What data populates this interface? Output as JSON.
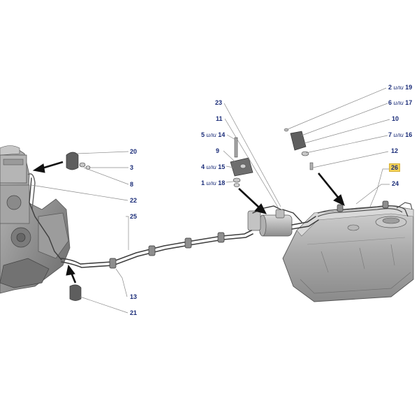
{
  "or_word": "или",
  "colors": {
    "label": "#1a2c78",
    "highlight": "#f2d15a",
    "leader": "#8a8a8a"
  },
  "callouts": {
    "c2": "2",
    "c19": "19",
    "c6": "6",
    "c17": "17",
    "c10": "10",
    "c7": "7",
    "c16": "16",
    "c12": "12",
    "c26": "26",
    "c24": "24",
    "c23": "23",
    "c11": "11",
    "c5": "5",
    "c14": "14",
    "c9": "9",
    "c4": "4",
    "c15": "15",
    "c1": "1",
    "c18": "18",
    "c20": "20",
    "c3": "3",
    "c8": "8",
    "c22": "22",
    "c25": "25",
    "c13": "13",
    "c21": "21"
  },
  "highlighted_part": "26"
}
